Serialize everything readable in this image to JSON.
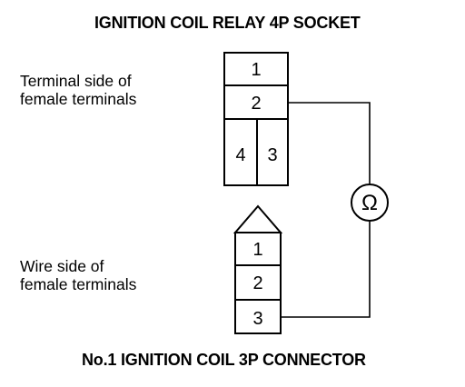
{
  "socket": {
    "title": "IGNITION COIL RELAY 4P SOCKET",
    "side_label_line1": "Terminal side of",
    "side_label_line2": "female terminals",
    "terminals": [
      "1",
      "2",
      "4",
      "3"
    ]
  },
  "connector": {
    "title": "No.1 IGNITION COIL 3P CONNECTOR",
    "side_label_line1": "Wire side of",
    "side_label_line2": "female terminals",
    "terminals": [
      "1",
      "2",
      "3"
    ]
  },
  "meter": {
    "symbol": "Ω",
    "icon": "ohmmeter-icon"
  }
}
